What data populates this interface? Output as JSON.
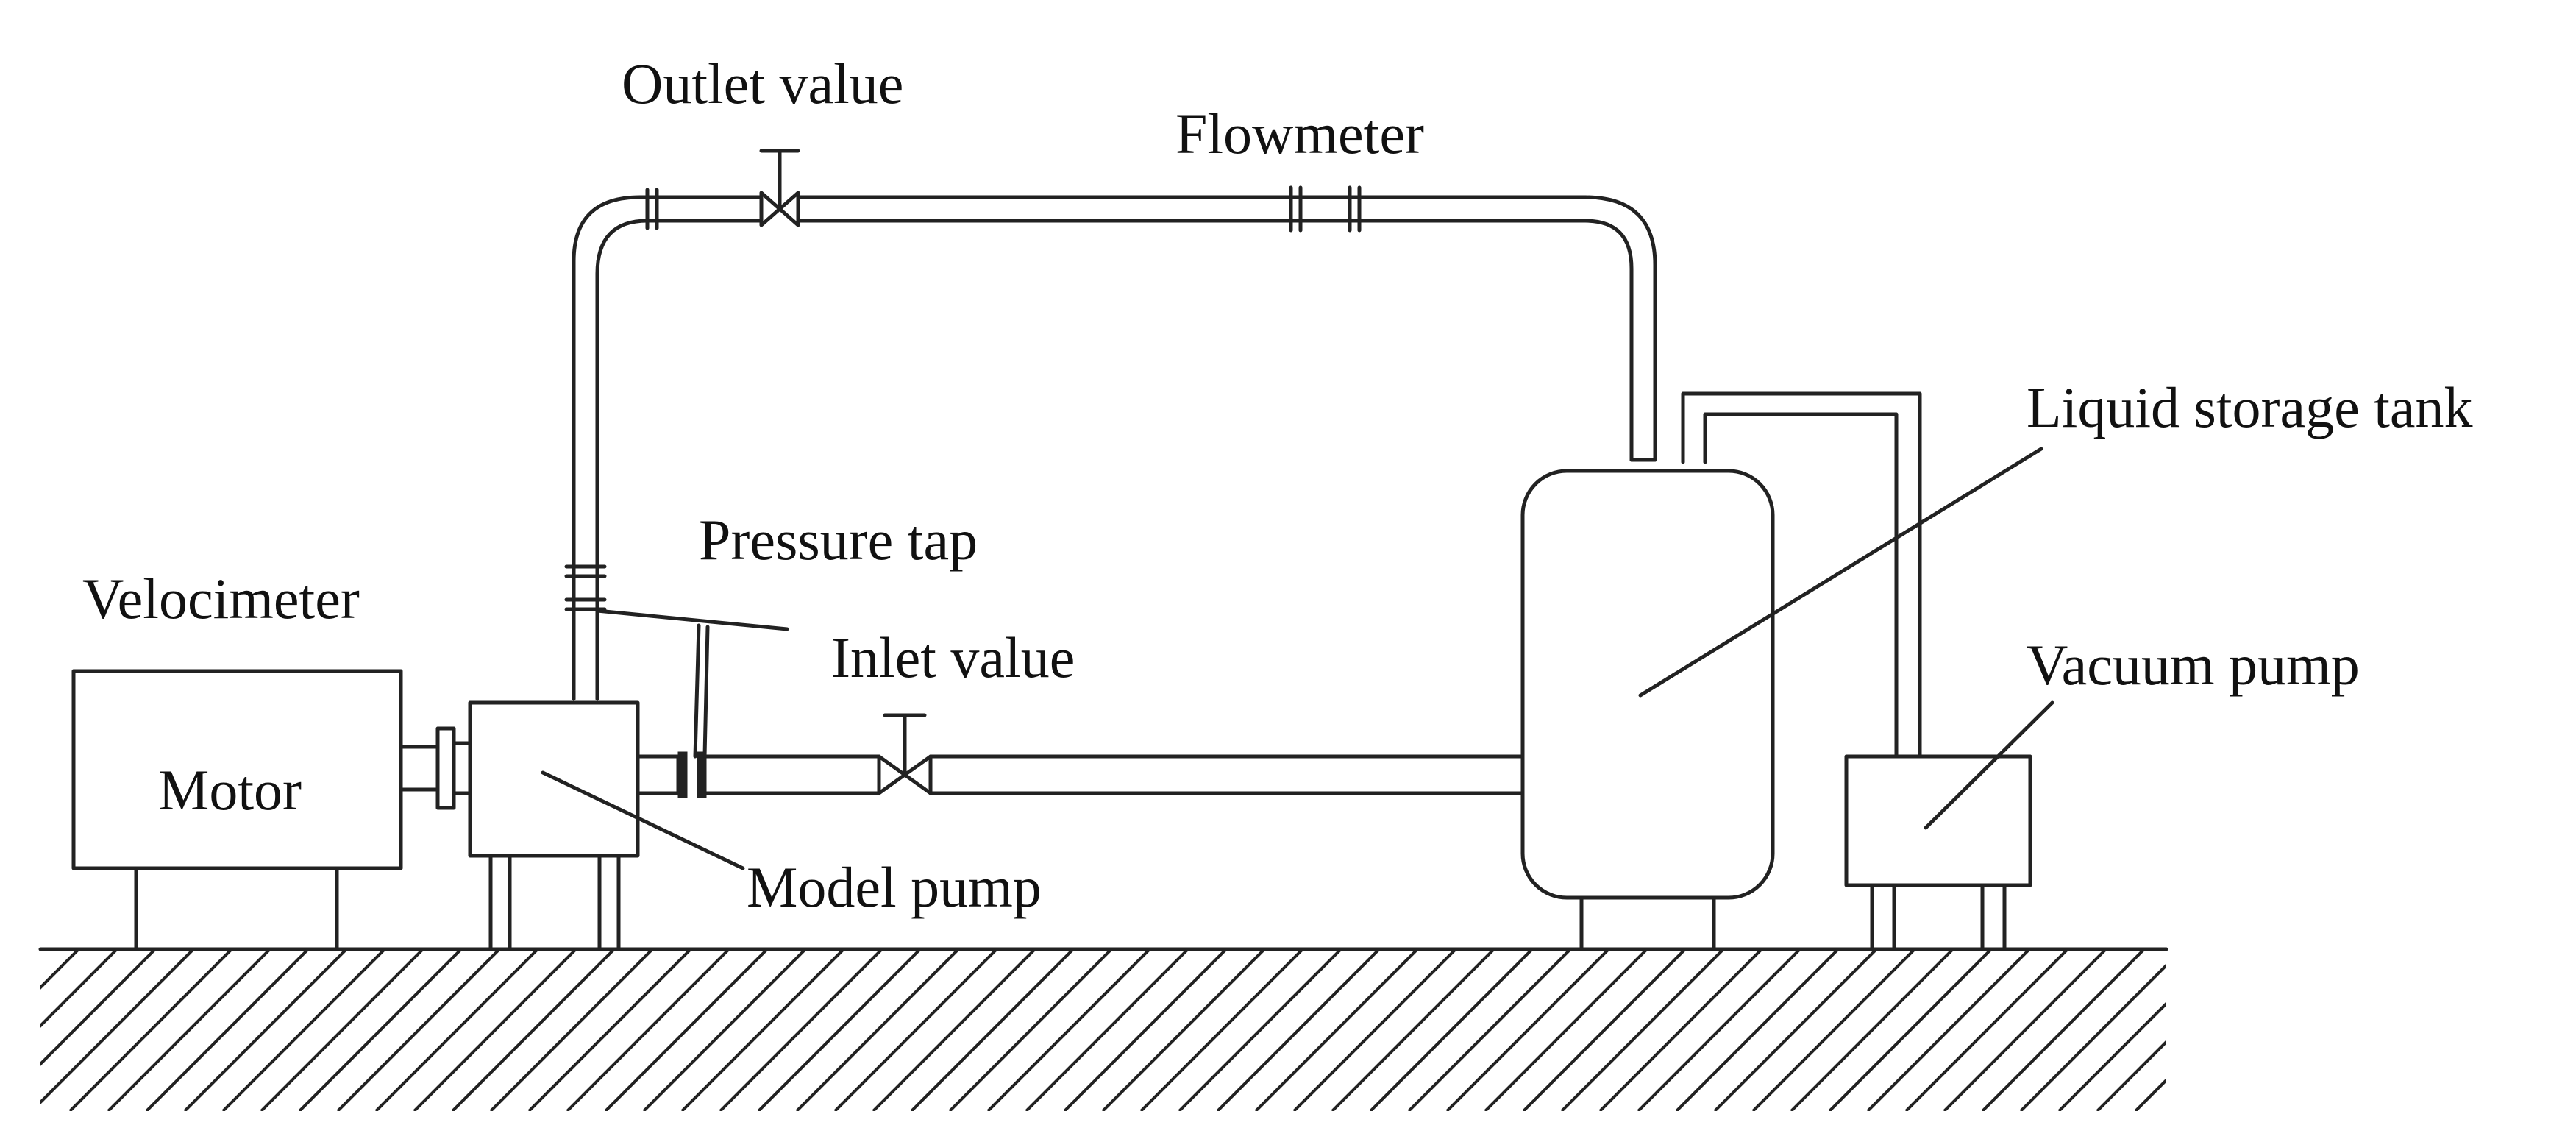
{
  "labels": {
    "outlet_valve": "Outlet value",
    "flowmeter": "Flowmeter",
    "liquid_storage_tank": "Liquid storage tank",
    "pressure_tap": "Pressure tap",
    "velocimeter": "Velocimeter",
    "inlet_valve": "Inlet value",
    "vacuum_pump": "Vacuum pump",
    "motor": "Motor",
    "model_pump": "Model pump"
  },
  "colors": {
    "line": "#222222",
    "background": "#ffffff",
    "text": "#111111"
  }
}
